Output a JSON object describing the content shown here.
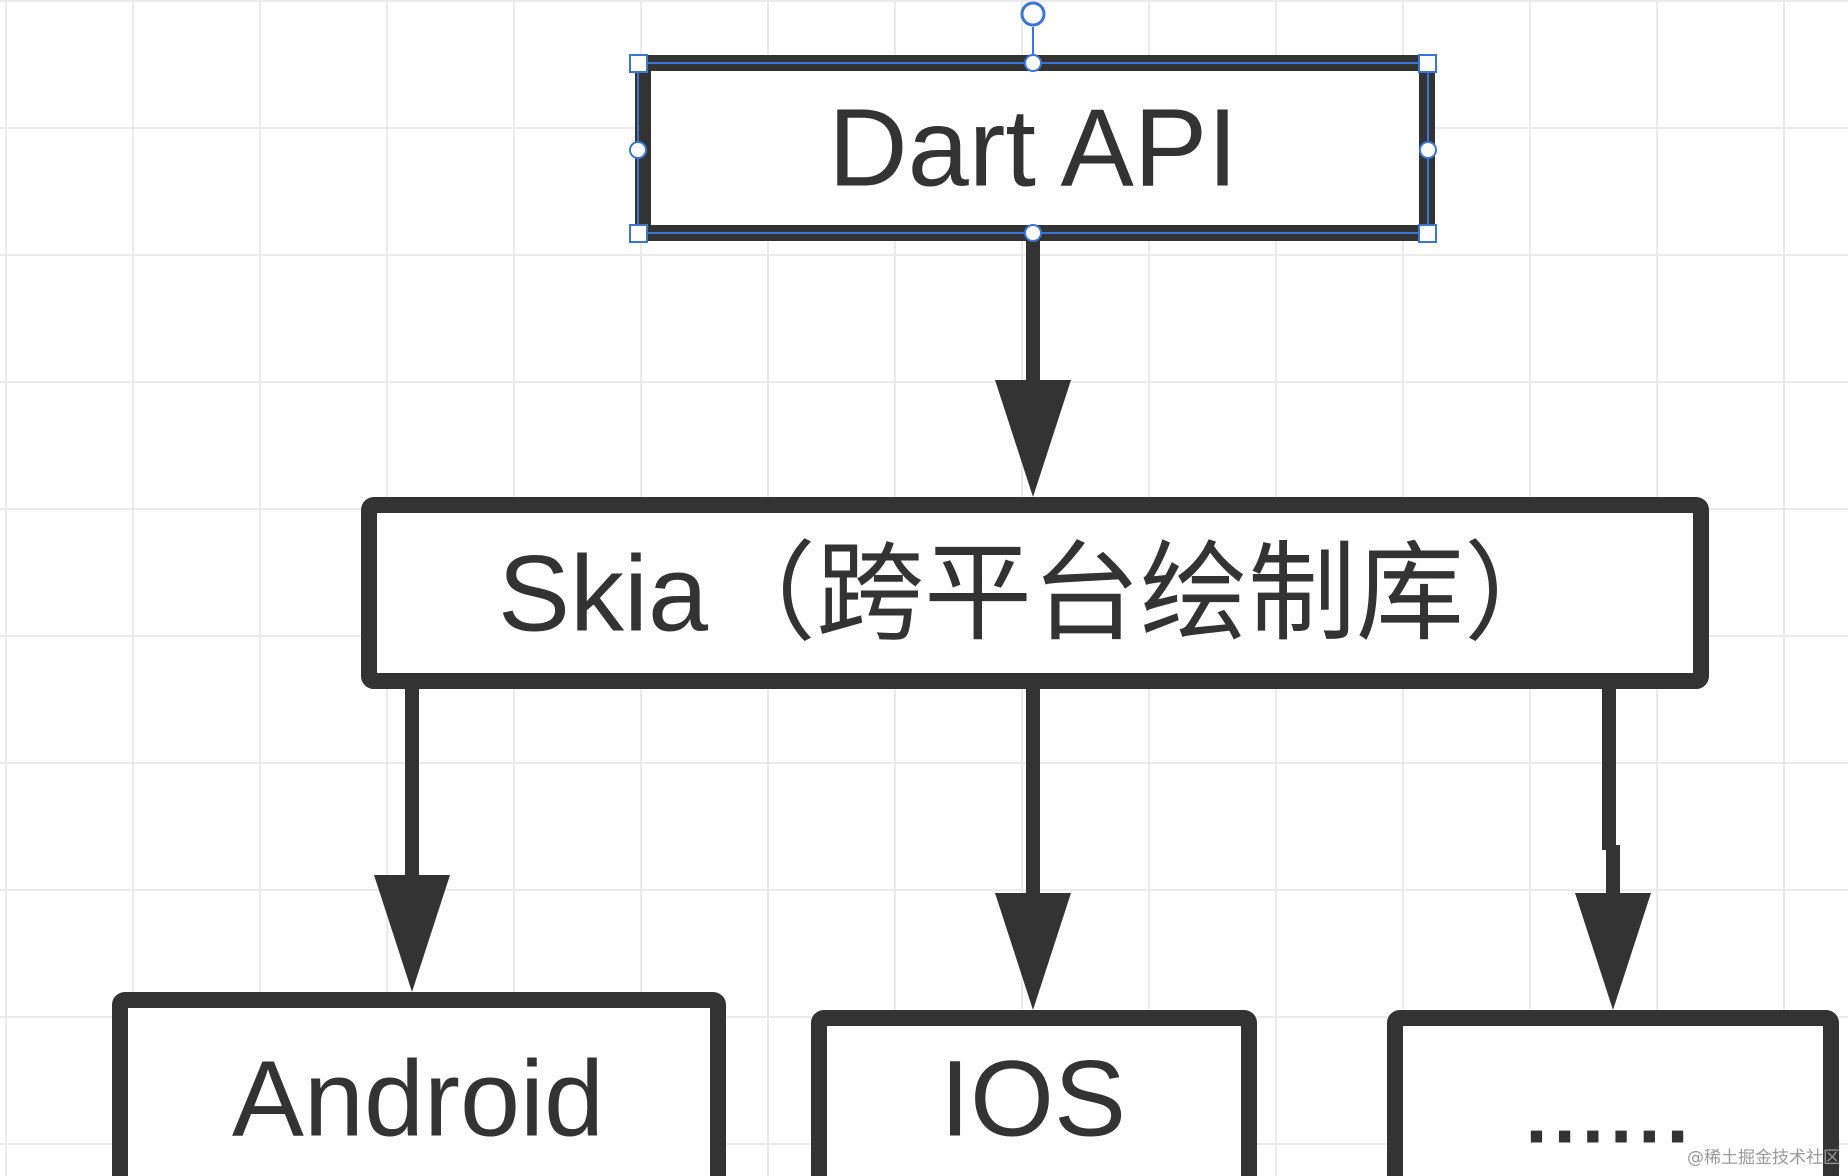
{
  "diagram": {
    "nodes": {
      "dart_api": "Dart API",
      "skia": "Skia（跨平台绘制库）",
      "android": "Android",
      "ios": "IOS",
      "more": "......"
    },
    "edges": [
      {
        "from": "dart_api",
        "to": "skia"
      },
      {
        "from": "skia",
        "to": "android"
      },
      {
        "from": "skia",
        "to": "ios"
      },
      {
        "from": "skia",
        "to": "more"
      }
    ],
    "selected_node": "dart_api"
  },
  "watermark": "@稀土掘金技术社区",
  "colors": {
    "stroke": "#333333",
    "selection": "#3b76d6",
    "grid": "#ebebeb",
    "background": "#ffffff"
  }
}
